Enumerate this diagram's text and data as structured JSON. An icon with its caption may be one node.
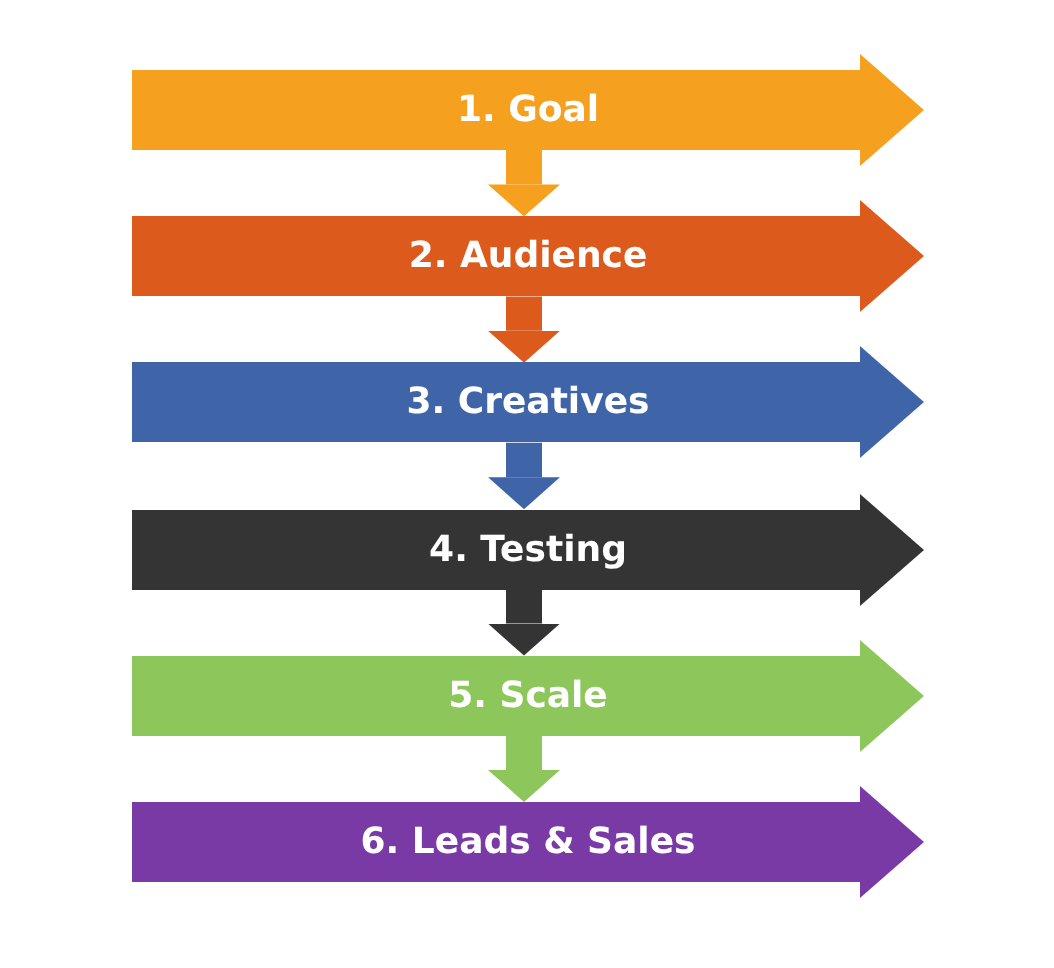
{
  "diagram": {
    "nodes": [
      {
        "text": [
          "1. Goal"
        ]
      },
      {
        "text": [
          "2. Audience"
        ]
      },
      {
        "text": [
          "3. Creatives"
        ]
      },
      {
        "text": [
          "4. Testing"
        ]
      },
      {
        "text": [
          "5. Scale"
        ]
      },
      {
        "text": [
          "6. Leads & Sales"
        ]
      }
    ],
    "edges": [
      {
        "from": 0,
        "to": 1,
        "arrow": "to",
        "color": "#f5a11f"
      },
      {
        "from": 1,
        "to": 2,
        "arrow": "to",
        "color": "#dc5a1c"
      },
      {
        "from": 2,
        "to": 3,
        "arrow": "to",
        "color": "#3f65a8"
      },
      {
        "from": 3,
        "to": 4,
        "arrow": "to",
        "color": "#343434"
      },
      {
        "from": 4,
        "to": 5,
        "arrow": "to",
        "color": "#8dc65a"
      }
    ]
  }
}
